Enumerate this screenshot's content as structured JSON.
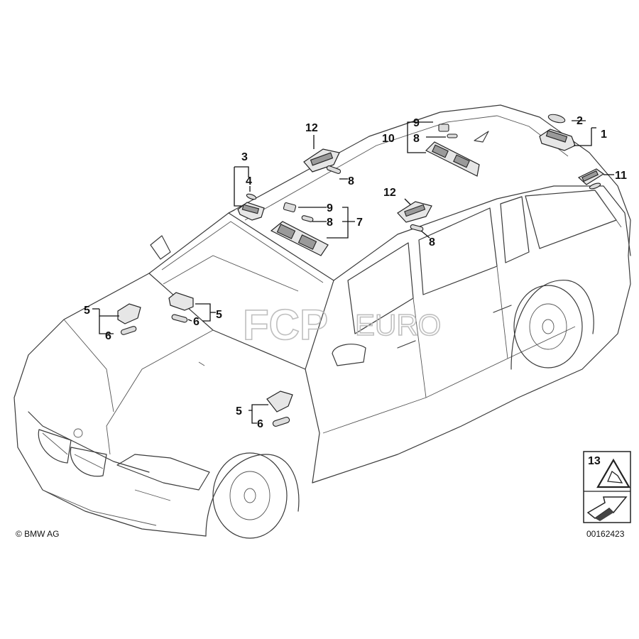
{
  "callouts": {
    "c1": "1",
    "c2": "2",
    "c3": "3",
    "c4": "4",
    "c5a": "5",
    "c5b": "5",
    "c5c": "5",
    "c6a": "6",
    "c6b": "6",
    "c6c": "6",
    "c7": "7",
    "c8a": "8",
    "c8b": "8",
    "c8c": "8",
    "c8d": "8",
    "c9a": "9",
    "c9b": "9",
    "c10": "10",
    "c11": "11",
    "c12a": "12",
    "c12b": "12",
    "c13": "13"
  },
  "watermark": {
    "text_main": "FCP",
    "text_sub": "EURO"
  },
  "footer": {
    "copyright": "© BMW AG",
    "diagram_number": "00162423"
  },
  "colors": {
    "line": "#3a3a3a",
    "part_fill": "#e6e6e6",
    "watermark": "#b9b9b9"
  }
}
